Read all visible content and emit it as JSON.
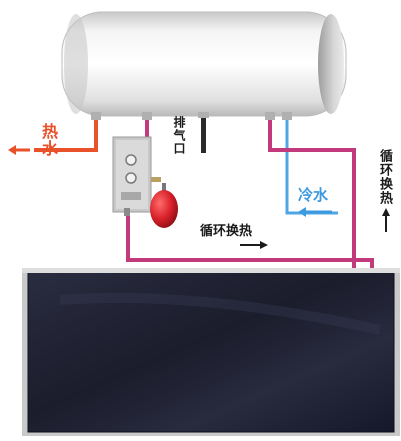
{
  "labels": {
    "hot_water": "热水",
    "cold_water": "冷水",
    "exhaust_port": "排气口",
    "circulation_bottom": "循环换热",
    "circulation_right": "循环换热"
  },
  "colors": {
    "hot_pipe": "#e8512a",
    "cold_pipe": "#4fa6e6",
    "circulation_pipe": "#c33a7c",
    "text_dark": "#1b1b1b",
    "text_hot": "#e8512a",
    "text_cold": "#3c9ae0",
    "tank_body": "#e9e9e9",
    "solar_panel": "#1d1f2f",
    "panel_frame": "#c9c9c9",
    "expansion_tank": "#d8202a"
  },
  "icons": {
    "hot_arrow": "arrow-left-icon",
    "cold_arrow": "arrow-left-icon",
    "circulation_bottom_arrow": "arrow-right-icon",
    "circulation_right_arrow": "arrow-up-icon"
  }
}
